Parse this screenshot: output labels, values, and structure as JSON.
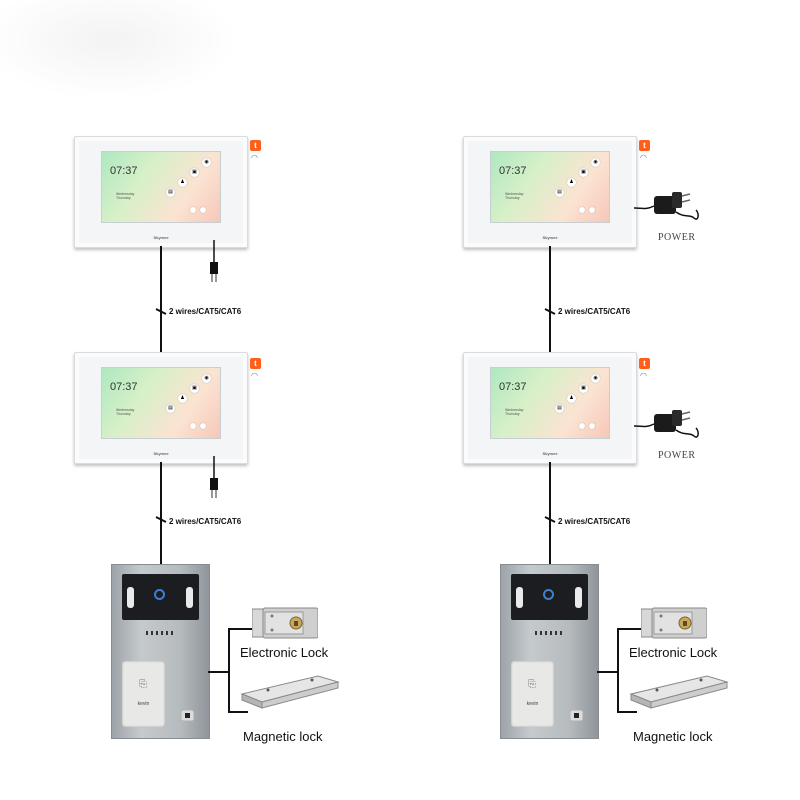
{
  "monitor": {
    "time": "07:37",
    "brand": "Skymee",
    "date_line1": "Wednesday",
    "date_line2": "Thursday",
    "tuya_glyph": "t"
  },
  "wire_label": "2 wires/CAT5/CAT6",
  "power_label": "POWER",
  "door_station": {
    "card_text": "kevin"
  },
  "locks": {
    "electronic": "Electronic Lock",
    "magnetic": "Magnetic lock"
  },
  "colors": {
    "tuya": "#ff5f1a",
    "lens": "#3d7fd0",
    "wire": "#111111",
    "panel": "#b6bbbe"
  },
  "icons": [
    "tuya-icon",
    "wifi-icon",
    "plug-icon",
    "power-adapter-icon",
    "card-reader-icon",
    "doorbell-icon"
  ]
}
